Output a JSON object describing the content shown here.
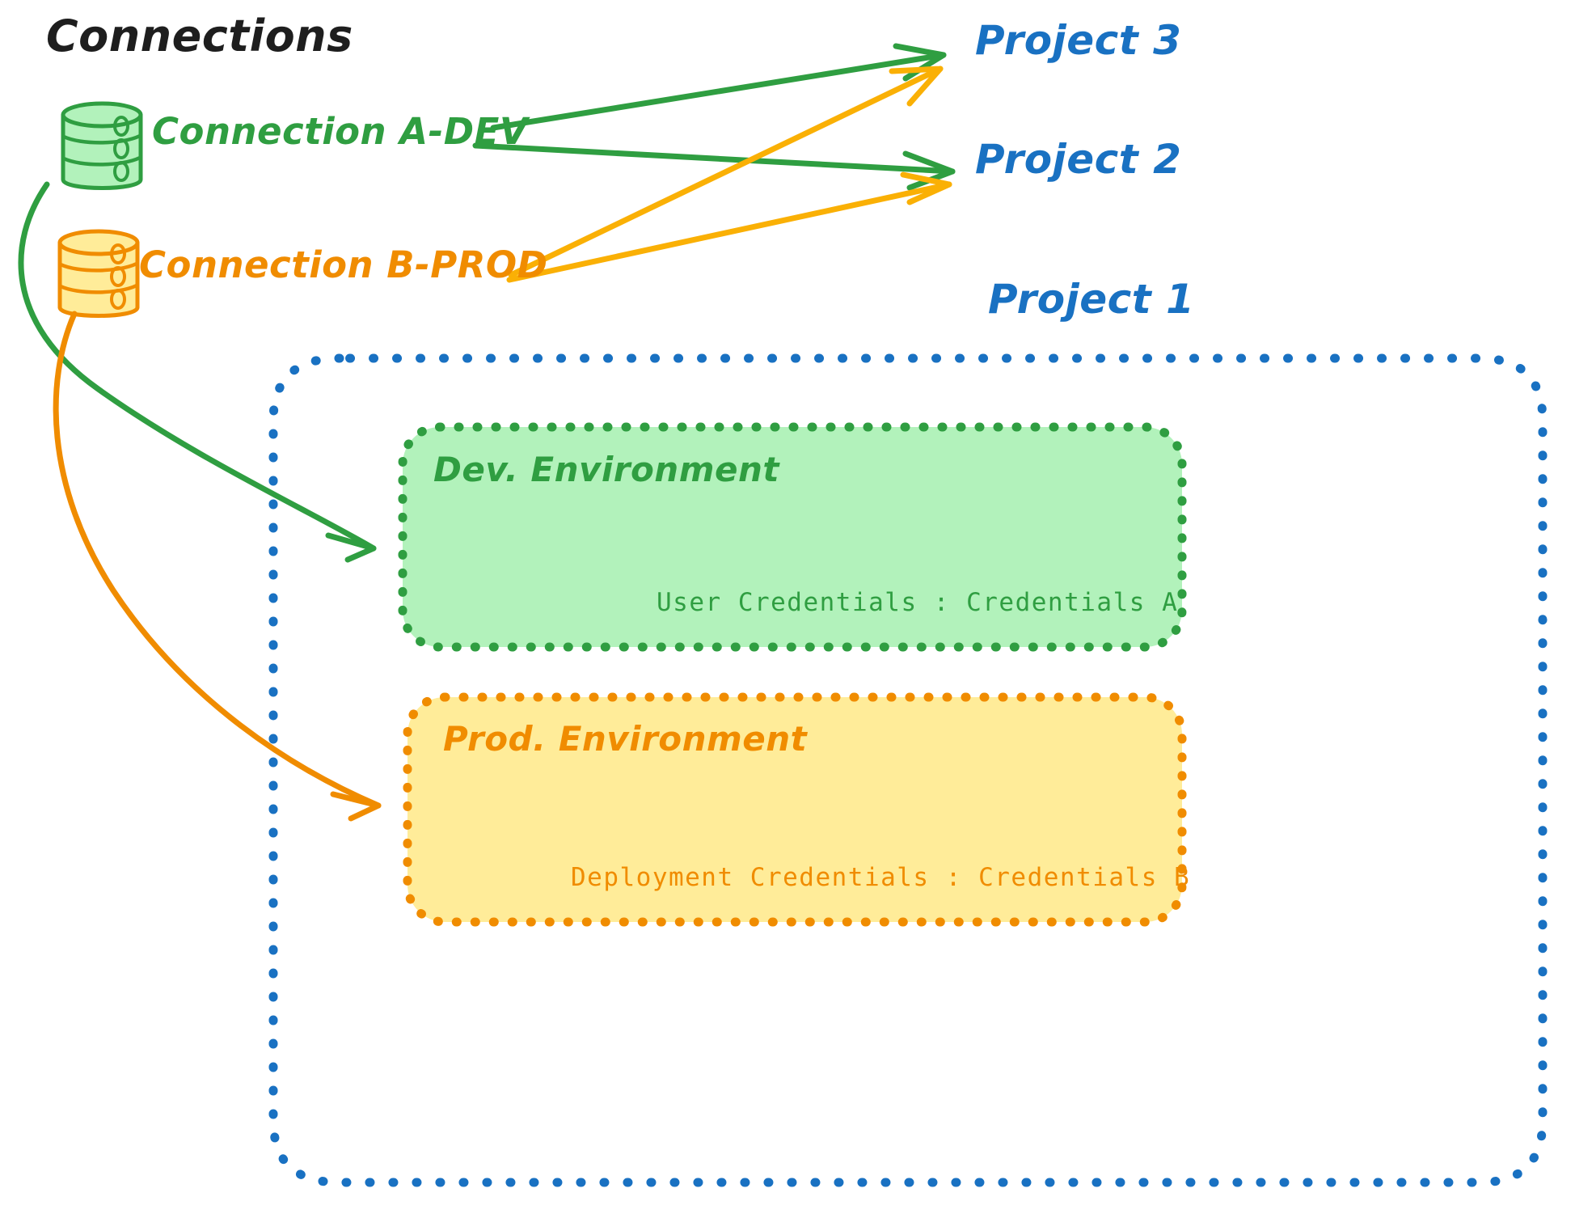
{
  "diagram": {
    "title": "Connections",
    "connections": [
      {
        "id": "a-dev",
        "label": "Connection A-DEV",
        "color": "#2f9e41",
        "icon": "database-icon"
      },
      {
        "id": "b-prod",
        "label": "Connection B-PROD",
        "color": "#f08c00",
        "icon": "database-icon"
      }
    ],
    "projects": [
      {
        "id": "project-3",
        "label": "Project 3",
        "color": "#1971c2"
      },
      {
        "id": "project-2",
        "label": "Project 2",
        "color": "#1971c2"
      },
      {
        "id": "project-1",
        "label": "Project 1",
        "color": "#1971c2"
      }
    ],
    "environments": [
      {
        "id": "dev",
        "title": "Dev. Environment",
        "credentials_label": "User Credentials",
        "credentials_separator": ":",
        "credentials_value": "Credentials A",
        "credentials_line": "User Credentials : Credentials A",
        "stroke": "#2f9e41",
        "fill": "#b2f2bb"
      },
      {
        "id": "prod",
        "title": "Prod. Environment",
        "credentials_label": "Deployment Credentials",
        "credentials_separator": ":",
        "credentials_value": "Credentials B",
        "credentials_line": "Deployment Credentials : Credentials B",
        "stroke": "#f08c00",
        "fill": "#ffec99"
      }
    ],
    "edges": [
      {
        "id": "a-dev-to-project-3",
        "from": "a-dev",
        "to": "project-3",
        "color": "#2f9e41",
        "style": "straight-arrow"
      },
      {
        "id": "a-dev-to-project-2",
        "from": "a-dev",
        "to": "project-2",
        "color": "#2f9e41",
        "style": "straight-arrow"
      },
      {
        "id": "b-prod-to-project-3",
        "from": "b-prod",
        "to": "project-3",
        "color": "#fab005",
        "style": "straight-arrow"
      },
      {
        "id": "b-prod-to-project-2",
        "from": "b-prod",
        "to": "project-2",
        "color": "#fab005",
        "style": "straight-arrow"
      },
      {
        "id": "a-dev-to-dev-env",
        "from": "a-dev",
        "to": "dev",
        "color": "#2f9e41",
        "style": "curved-arrow"
      },
      {
        "id": "b-prod-to-prod-env",
        "from": "b-prod",
        "to": "prod",
        "color": "#f08c00",
        "style": "curved-arrow"
      }
    ],
    "container": {
      "id": "project-1-container",
      "stroke": "#1971c2",
      "style": "dotted"
    },
    "colors": {
      "green_stroke": "#2f9e41",
      "green_fill": "#b2f2bb",
      "orange_stroke": "#f08c00",
      "orange_fill": "#ffec99",
      "yellow_arrow": "#fab005",
      "blue": "#1971c2",
      "text_dark": "#1e1e1e",
      "background": "#ffffff"
    }
  }
}
